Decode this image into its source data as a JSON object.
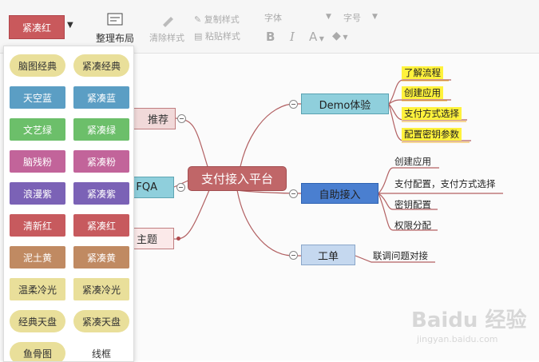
{
  "toolbar": {
    "theme_label": "紧凑红",
    "arrange_label": "整理布局",
    "clear_style_label": "清除样式",
    "copy_style_label": "复制样式",
    "paste_style_label": "粘贴样式",
    "font_label": "字体",
    "size_label": "字号",
    "bold": "B",
    "italic": "I",
    "font_color": "A"
  },
  "themes": [
    {
      "label": "脑图经典",
      "bg": "#e9df9a",
      "fg": "#333333",
      "shape": "pill"
    },
    {
      "label": "紧凑经典",
      "bg": "#e9df9a",
      "fg": "#333333",
      "shape": "pill"
    },
    {
      "label": "天空蓝",
      "bg": "#5b9ec4",
      "fg": "#ffffff",
      "shape": "rect"
    },
    {
      "label": "紧凑蓝",
      "bg": "#5b9ec4",
      "fg": "#ffffff",
      "shape": "rect"
    },
    {
      "label": "文艺绿",
      "bg": "#6cbf6a",
      "fg": "#ffffff",
      "shape": "rect"
    },
    {
      "label": "紧凑绿",
      "bg": "#6cbf6a",
      "fg": "#ffffff",
      "shape": "rect"
    },
    {
      "label": "脑残粉",
      "bg": "#c2649a",
      "fg": "#ffffff",
      "shape": "rect"
    },
    {
      "label": "紧凑粉",
      "bg": "#c2649a",
      "fg": "#ffffff",
      "shape": "rect"
    },
    {
      "label": "浪漫紫",
      "bg": "#7b62b6",
      "fg": "#ffffff",
      "shape": "rect"
    },
    {
      "label": "紧凑紫",
      "bg": "#7b62b6",
      "fg": "#ffffff",
      "shape": "rect"
    },
    {
      "label": "清新红",
      "bg": "#c75a5e",
      "fg": "#ffffff",
      "shape": "rect"
    },
    {
      "label": "紧凑红",
      "bg": "#c75a5e",
      "fg": "#ffffff",
      "shape": "rect"
    },
    {
      "label": "泥土黄",
      "bg": "#c08a62",
      "fg": "#ffffff",
      "shape": "rect"
    },
    {
      "label": "紧凑黄",
      "bg": "#c08a62",
      "fg": "#ffffff",
      "shape": "rect"
    },
    {
      "label": "温柔冷光",
      "bg": "#e9df9a",
      "fg": "#333333",
      "shape": "rect"
    },
    {
      "label": "紧凑冷光",
      "bg": "#e9df9a",
      "fg": "#333333",
      "shape": "rect"
    },
    {
      "label": "经典天盘",
      "bg": "#e9df9a",
      "fg": "#333333",
      "shape": "pill"
    },
    {
      "label": "紧凑天盘",
      "bg": "#e9df9a",
      "fg": "#333333",
      "shape": "pill"
    },
    {
      "label": "鱼骨图",
      "bg": "#e9df9a",
      "fg": "#333333",
      "shape": "pill"
    },
    {
      "label": "线框",
      "bg": "#ffffff",
      "fg": "#333333",
      "shape": "none"
    }
  ],
  "mindmap": {
    "root": "支付接入平台",
    "left_nodes": [
      "推荐",
      "FQA",
      "主题"
    ],
    "branches": [
      {
        "label": "Demo体验",
        "children": [
          "了解流程",
          "创建应用",
          "支付方式选择",
          "配置密钥参数"
        ]
      },
      {
        "label": "自助接入",
        "children": [
          "创建应用",
          "支付配置，支付方式选择",
          "密钥配置",
          "权限分配"
        ]
      },
      {
        "label": "工单",
        "children": [
          "联调问题对接"
        ]
      }
    ]
  },
  "watermark": {
    "brand": "Baidu 经验",
    "url": "jingyan.baidu.com"
  },
  "colors": {
    "line": "#b26062",
    "root": "#c06668",
    "demo": "#8fcfdc",
    "auto": "#4a7fd0",
    "ticket": "#c5d8ef",
    "left": "#f1d9d9"
  }
}
